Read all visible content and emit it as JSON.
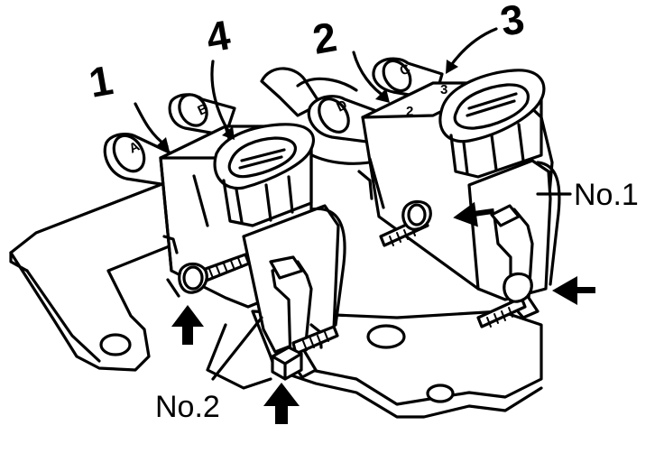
{
  "callouts": {
    "no1": "No.1",
    "no2": "No.2"
  },
  "terminal_numbers": {
    "t1": "1",
    "t2": "2",
    "t3": "3",
    "t4": "4"
  },
  "port_marks": {
    "a": "A",
    "b": "B",
    "c": "C",
    "d": "D",
    "n2": "2",
    "n3": "3"
  }
}
